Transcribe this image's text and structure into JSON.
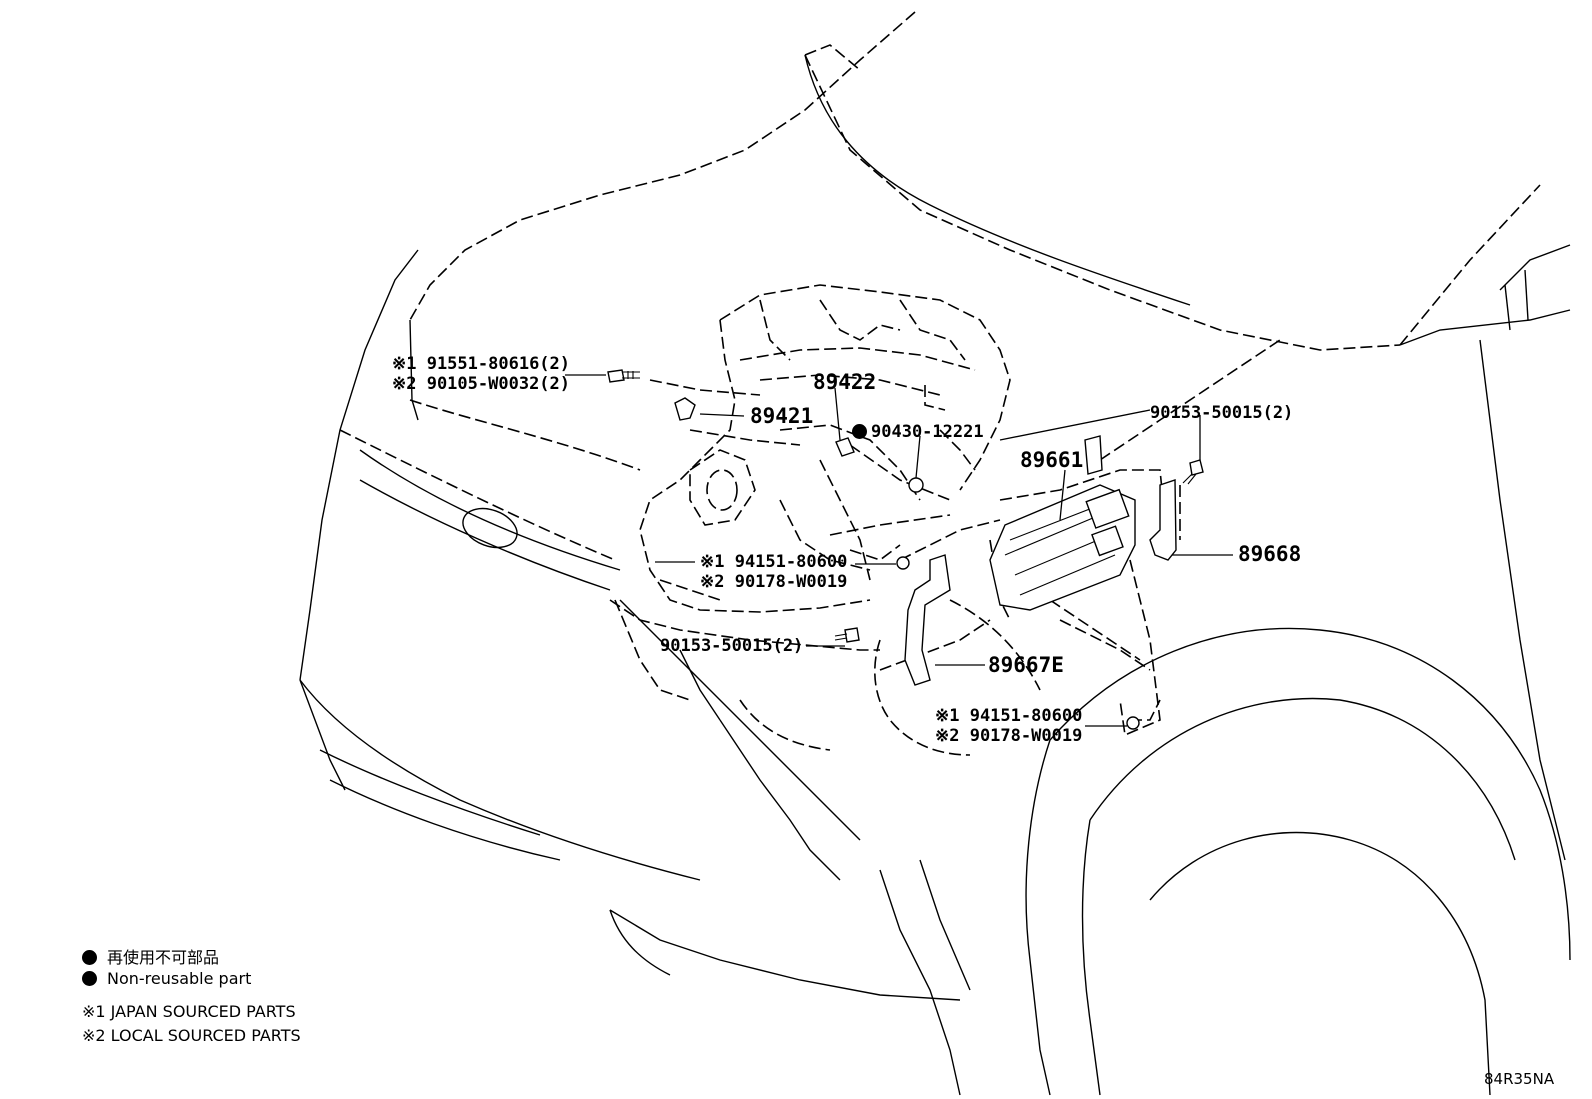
{
  "callouts": {
    "c1_line1": "※1 91551-80616(2)",
    "c1_line2": "※2 90105-W0032(2)",
    "p89422": "89422",
    "p89421": "89421",
    "p90430": "90430-12221",
    "p90153_top": "90153-50015(2)",
    "p89661": "89661",
    "p89668": "89668",
    "c2_line1": "※1 94151-80600",
    "c2_line2": "※2 90178-W0019",
    "p90153_mid": "90153-50015(2)",
    "p89667e": "89667E",
    "c3_line1": "※1 94151-80600",
    "c3_line2": "※2 90178-W0019"
  },
  "legend": {
    "nonreusable_jp": "再使用不可部品",
    "nonreusable_en": "Non-reusable part",
    "note1": "※1 JAPAN SOURCED PARTS",
    "note2": "※2 LOCAL SOURCED PARTS"
  },
  "diagram_code": "84R35NA",
  "icons": {
    "bullet": "filled-circle-icon",
    "reference_mark": "※"
  }
}
